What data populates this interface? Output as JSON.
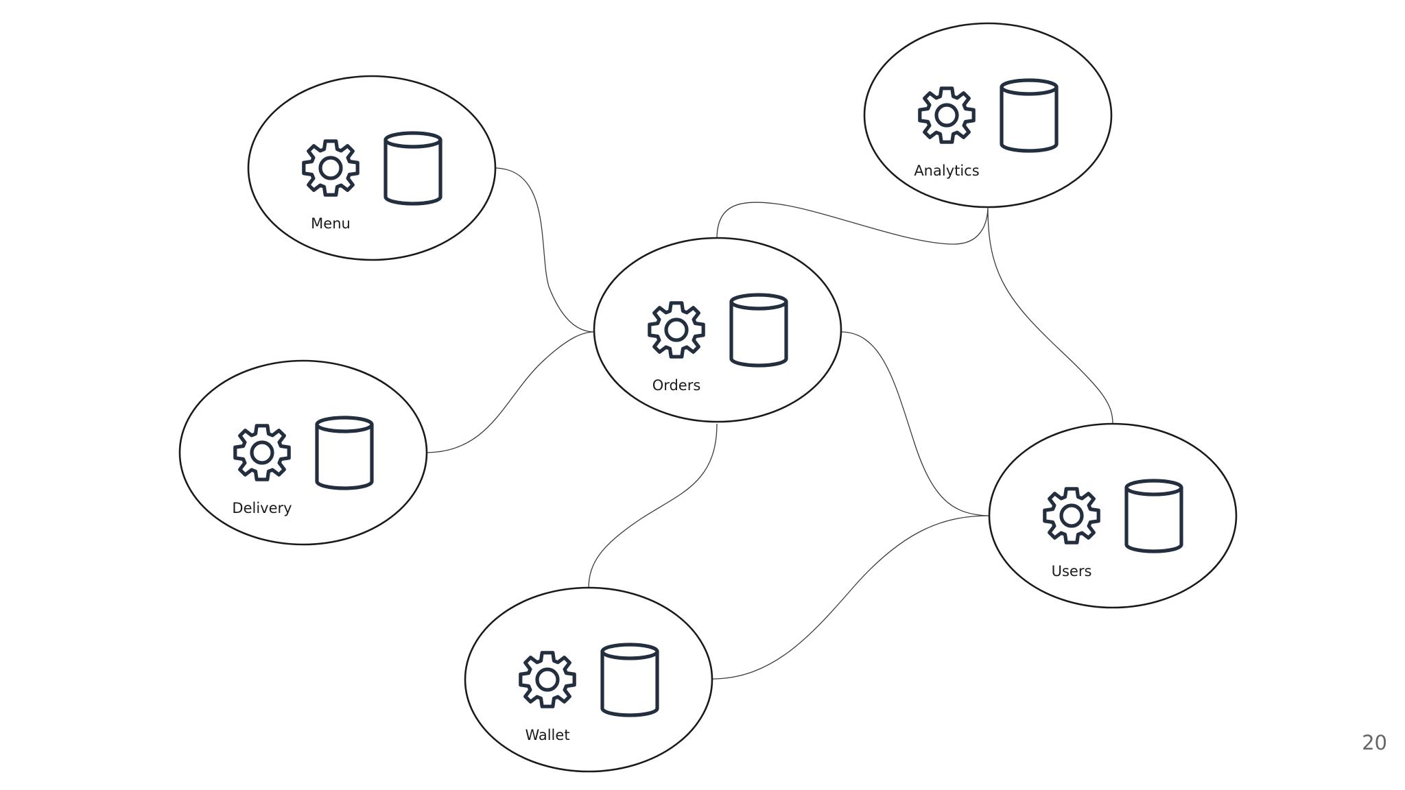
{
  "services": [
    {
      "id": "menu",
      "label": "Menu",
      "icons": [
        "gear-icon",
        "database-icon"
      ]
    },
    {
      "id": "analytics",
      "label": "Analytics",
      "icons": [
        "gear-icon",
        "database-icon"
      ]
    },
    {
      "id": "orders",
      "label": "Orders",
      "icons": [
        "gear-icon",
        "database-icon"
      ]
    },
    {
      "id": "delivery",
      "label": "Delivery",
      "icons": [
        "gear-icon",
        "database-icon"
      ]
    },
    {
      "id": "users",
      "label": "Users",
      "icons": [
        "gear-icon",
        "database-icon"
      ]
    },
    {
      "id": "wallet",
      "label": "Wallet",
      "icons": [
        "gear-icon",
        "database-icon"
      ]
    }
  ],
  "connections": [
    [
      "menu",
      "orders"
    ],
    [
      "delivery",
      "orders"
    ],
    [
      "orders",
      "analytics"
    ],
    [
      "orders",
      "users"
    ],
    [
      "orders",
      "wallet"
    ],
    [
      "analytics",
      "users"
    ],
    [
      "wallet",
      "users"
    ]
  ],
  "colors": {
    "icon_stroke": "#232f3e",
    "outline": "#1a1a1a",
    "connector": "#3a3a3a",
    "page_number": "#666666"
  },
  "page_number": "20"
}
